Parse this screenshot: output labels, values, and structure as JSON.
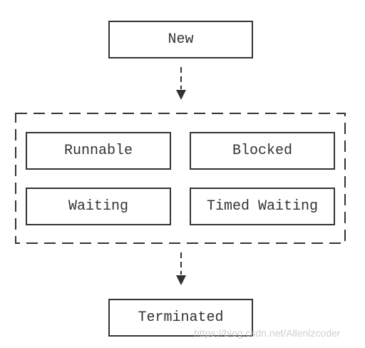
{
  "states": {
    "new": "New",
    "runnable": "Runnable",
    "blocked": "Blocked",
    "waiting": "Waiting",
    "timed_waiting": "Timed Waiting",
    "terminated": "Terminated"
  },
  "watermark": "https://blog.csdn.net/Allenlzcoder",
  "colors": {
    "line": "#333333",
    "background": "#ffffff"
  }
}
